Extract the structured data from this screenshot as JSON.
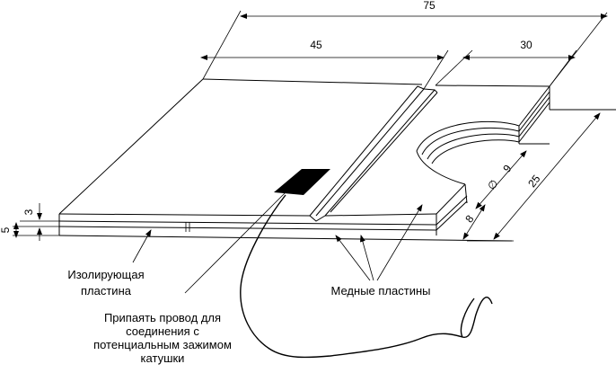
{
  "dimensions": {
    "total_length": "75",
    "left_length": "45",
    "right_length": "30",
    "width": "25",
    "hole_diameter": "9",
    "hole_prefix": "∅",
    "right_height": "8",
    "thickness_top": "3",
    "thickness_total": "5"
  },
  "labels": {
    "insulating_plate_line1": "Изолирующая",
    "insulating_plate_line2": "пластина",
    "copper_plates": "Медные пластины",
    "solder_note_line1": "Припаять провод для",
    "solder_note_line2": "соединения с",
    "solder_note_line3": "потенциальным зажимом",
    "solder_note_line4": "катушки"
  }
}
